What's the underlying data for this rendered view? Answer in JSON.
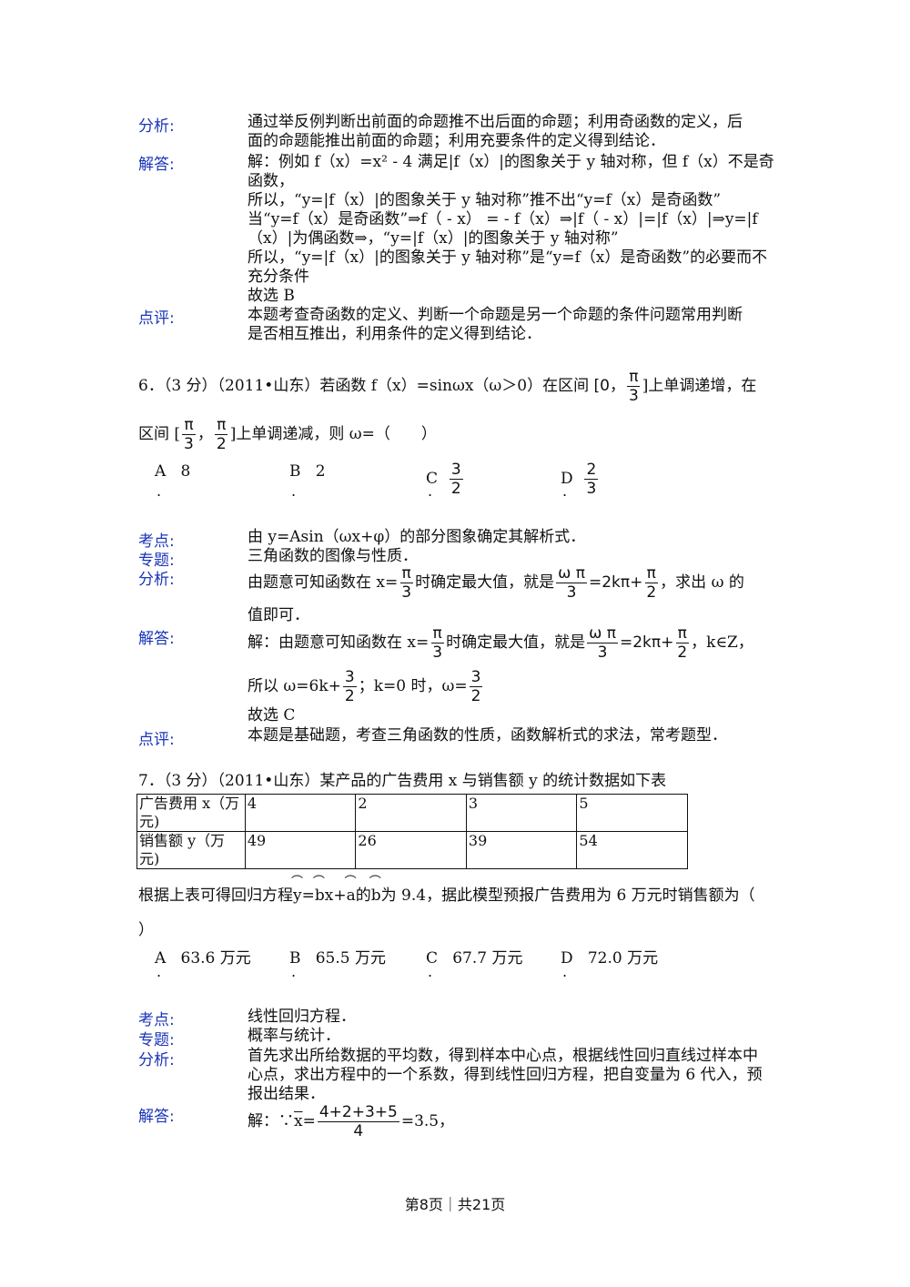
{
  "q5": {
    "label_analysis": "分析:",
    "analysis": [
      "通过举反例判断出前面的命题推不出后面的命题；利用奇函数的定义，后",
      "面的命题能推出前面的命题；利用充要条件的定义得到结论．"
    ],
    "label_answer": "解答:",
    "answer": [
      "解：例如 f（x）=x² - 4 满足|f（x）|的图象关于 y 轴对称，但 f（x）不是奇",
      "函数，",
      "所以，“y=|f（x）|的图象关于 y 轴对称”推不出“y=f（x）是奇函数”",
      "当“y=f（x）是奇函数”⇒f（ - x） = - f（x）⇒|f（ - x）|=|f（x）|⇒y=|f",
      "（x）|为偶函数⇒，“y=|f（x）|的图象关于 y 轴对称”",
      "所以，“y=|f（x）|的图象关于 y 轴对称”是“y=f（x）是奇函数”的必要而不",
      "充分条件",
      "故选 B"
    ],
    "label_comment": "点评:",
    "comment": [
      "本题考查奇函数的定义、判断一个命题是另一个命题的条件问题常用判断",
      "是否相互推出，利用条件的定义得到结论．"
    ]
  },
  "q6": {
    "stem_a": "6．（3 分）（2011•山东）若函数 f（x）=sinωx（ω＞0）在区间",
    "bracket_l": "[0，",
    "pi": "π",
    "three": "3",
    "two": "2",
    "stem_b": "]上单调递增，在",
    "stem_c": "区间 [",
    "comma": "，",
    "stem_d": "]上单调递减，则 ω=（　　）",
    "opts": [
      {
        "letter": "A",
        "value": "8"
      },
      {
        "letter": "B",
        "value": "2"
      },
      {
        "letter": "C",
        "num": "3",
        "den": "2"
      },
      {
        "letter": "D",
        "num": "2",
        "den": "3"
      }
    ],
    "dot": ".",
    "label_point": "考点:",
    "point": "由 y=Asin（ωx+φ）的部分图象确定其解析式．",
    "label_topic": "专题:",
    "topic": "三角函数的图像与性质．",
    "label_analysis": "分析:",
    "analysis_a": "由题意可知函数在 x=",
    "analysis_b": "时确定最大值，就是",
    "omega_pi": "ω π",
    "eq_2k": "=2kπ+",
    "analysis_c": "，求出 ω 的",
    "analysis_d": "值即可．",
    "label_answer": "解答:",
    "answer_a": "解：由题意可知函数在 x=",
    "answer_b": "时确定最大值，就是",
    "answer_c": "，k∈Z，",
    "answer_d": "所以 ω=6k+",
    "answer_e": "；k=0 时，ω=",
    "answer_f": "故选 C",
    "label_comment": "点评:",
    "comment": "本题是基础题，考查三角函数的性质，函数解析式的求法，常考题型．"
  },
  "q7": {
    "stem": "7．（3 分）（2011•山东）某产品的广告费用 x 与销售额 y 的统计数据如下表",
    "table": {
      "row1_head": [
        "广告费用 x（万",
        "元)"
      ],
      "row1": [
        "4",
        "2",
        "3",
        "5"
      ],
      "row2_head": [
        "销售额 y（万",
        "元)"
      ],
      "row2": [
        "49",
        "26",
        "39",
        "54"
      ]
    },
    "line_a": "根据上表可得回归方程",
    "y": "y",
    "eq": "=",
    "b": "b",
    "x_plus": "x+",
    "a": "a",
    "de": "的",
    "line_b": "为 9.4，据此模型预报广告费用为 6 万元时销售额为（",
    "line_c": "）",
    "opts": [
      {
        "letter": "A",
        "value": "63.6 万元"
      },
      {
        "letter": "B",
        "value": "65.5 万元"
      },
      {
        "letter": "C",
        "value": "67.7 万元"
      },
      {
        "letter": "D",
        "value": "72.0 万元"
      }
    ],
    "dot": ".",
    "label_point": "考点:",
    "point": "线性回归方程．",
    "label_topic": "专题:",
    "topic": "概率与统计．",
    "label_analysis": "分析:",
    "analysis": [
      "首先求出所给数据的平均数，得到样本中心点，根据线性回归直线过样本中",
      "心点，求出方程中的一个系数，得到线性回归方程，把自变量为 6 代入，预",
      "报出结果．"
    ],
    "label_answer": "解答:",
    "answer_a": "解：∵",
    "xbar": "x",
    "answer_eq": "=",
    "sum": "4+2+3+5",
    "four": "4",
    "answer_b": "=3.5，"
  },
  "footer": "第8页｜共21页"
}
